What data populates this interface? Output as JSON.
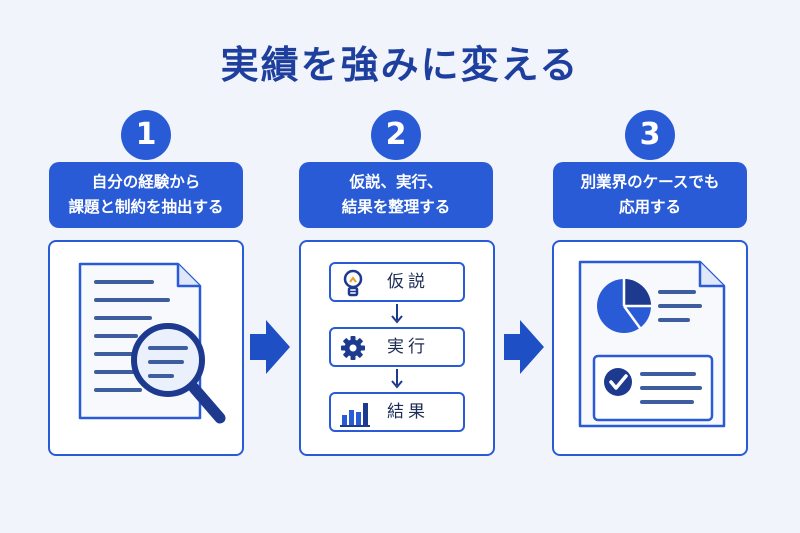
{
  "title": "実績を強みに変える",
  "steps": [
    {
      "number": "1",
      "line1": "自分の経験から",
      "line2": "課題と制約を抽出する"
    },
    {
      "number": "2",
      "line1": "仮説、実行、",
      "line2": "結果を整理する"
    },
    {
      "number": "3",
      "line1": "別業界のケースでも",
      "line2": "応用する"
    }
  ],
  "process": [
    "仮説",
    "実行",
    "結果"
  ],
  "icons": [
    "document-magnifier-icon",
    "lightbulb-icon",
    "gear-icon",
    "bar-chart-icon",
    "pie-chart-document-icon",
    "checkmark-icon",
    "arrow-right-icon"
  ],
  "colors": {
    "accent": "#2a5bd7",
    "title": "#1f3f9f",
    "background": "#f1f4fa",
    "dark": "#1d3a8f"
  }
}
